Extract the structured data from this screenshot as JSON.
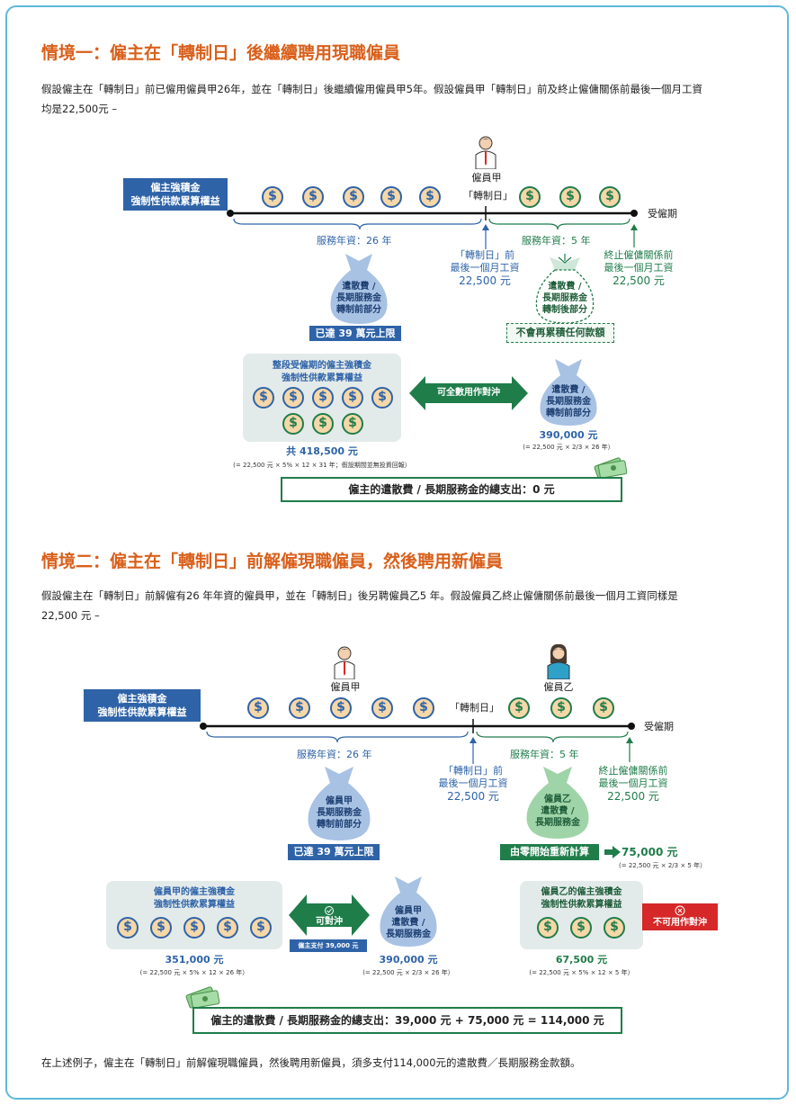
{
  "s1": {
    "title": "情境一：僱主在「轉制日」後繼續聘用現職僱員",
    "para_line1": "假設僱主在「轉制日」前已僱用僱員甲26年，並在「轉制日」後繼續僱用僱員甲5年。假設僱員甲「轉制日」前及終止僱傭關係前最後一個月工資",
    "para_line2": "均是22,500元 –",
    "mpf_label_1": "僱主強積金",
    "mpf_label_2": "強制性供款累算權益",
    "employee_a": "僱員甲",
    "transition_day": "「轉制日」",
    "employment_period": "受僱期",
    "service_26": "服務年資：26 年",
    "service_5": "服務年資：5 年",
    "pre_wage_1": "「轉制日」前",
    "pre_wage_2": "最後一個月工資",
    "pre_wage_3": "22,500 元",
    "end_wage_1": "終止僱傭關係前",
    "end_wage_2": "最後一個月工資",
    "end_wage_3": "22,500 元",
    "bag_pre_1": "遣散費 /",
    "bag_pre_2": "長期服務金",
    "bag_pre_3": "轉制前部分",
    "bag_post_1": "遣散費 /",
    "bag_post_2": "長期服務金",
    "bag_post_3": "轉制後部分",
    "cap": "已達 39 萬元上限",
    "no_accrue": "不會再累積任何款額",
    "grey_title_1": "整段受僱期的僱主強積金",
    "grey_title_2": "強制性供款累算權益",
    "offset_label": "可全數用作對沖",
    "bag_right_1": "遣散費 /",
    "bag_right_2": "長期服務金",
    "bag_right_3": "轉制前部分",
    "sum_mpf": "共 418,500 元",
    "sum_mpf_note": "(= 22,500 元 × 5% × 12 × 31 年；假設期間並無投資回報）",
    "sum_sp": "390,000 元",
    "sum_sp_note": "(= 22,500 元 × 2/3 × 26 年）",
    "total": "僱主的遣散費 / 長期服務金的總支出：0 元"
  },
  "s2": {
    "title": "情境二：僱主在「轉制日」前解僱現職僱員，然後聘用新僱員",
    "para_line1": "假設僱主在「轉制日」前解僱有26 年年資的僱員甲，並在「轉制日」後另聘僱員乙5 年。假設僱員乙終止僱傭關係前最後一個月工資同樣是",
    "para_line2": "22,500 元 –",
    "mpf_label_1": "僱主強積金",
    "mpf_label_2": "強制性供款累算權益",
    "employee_a": "僱員甲",
    "employee_b": "僱員乙",
    "transition_day": "「轉制日」",
    "employment_period": "受僱期",
    "service_26": "服務年資：26 年",
    "service_5": "服務年資：5 年",
    "pre_wage_1": "「轉制日」前",
    "pre_wage_2": "最後一個月工資",
    "pre_wage_3": "22,500 元",
    "end_wage_1": "終止僱傭關係前",
    "end_wage_2": "最後一個月工資",
    "end_wage_3": "22,500 元",
    "bag_a_1": "僱員甲",
    "bag_a_2": "長期服務金",
    "bag_a_3": "轉制前部分",
    "bag_b_1": "僱員乙",
    "bag_b_2": "遣散費 /",
    "bag_b_3": "長期服務金",
    "cap": "已達 39 萬元上限",
    "restart": "由零開始重新計算",
    "restart_amount": "75,000 元",
    "restart_note": "(= 22,500 元 × 2/3 × 5 年）",
    "grey_a_1": "僱員甲的僱主強積金",
    "grey_a_2": "強制性供款累算權益",
    "offset_ok": "可對沖",
    "employer_pay": "僱主支付 39,000 元",
    "bag_a2_1": "僱員甲",
    "bag_a2_2": "遣散費 /",
    "bag_a2_3": "長期服務金",
    "grey_b_1": "僱員乙的僱主強積金",
    "grey_b_2": "強制性供款累算權益",
    "no_offset": "不可用作對沖",
    "sum_a_mpf": "351,000 元",
    "sum_a_mpf_note": "(= 22,500 元 × 5% × 12 × 26 年）",
    "sum_a_sp": "390,000 元",
    "sum_a_sp_note": "(= 22,500 元 × 2/3 × 26 年）",
    "sum_b_mpf": "67,500 元",
    "sum_b_mpf_note": "(= 22,500 元 × 5% × 12 × 5 年）",
    "total": "僱主的遣散費 / 長期服務金的總支出：39,000 元  + 75,000 元  = 114,000 元",
    "conclusion": "在上述例子，僱主在「轉制日」前解僱現職僱員，然後聘用新僱員，須多支付114,000元的遣散費／長期服務金款額。"
  },
  "colors": {
    "orange": "#d9601b",
    "blue": "#2e63a8",
    "green": "#1f7d4a",
    "red": "#d62828",
    "border": "#5fb8d9"
  }
}
